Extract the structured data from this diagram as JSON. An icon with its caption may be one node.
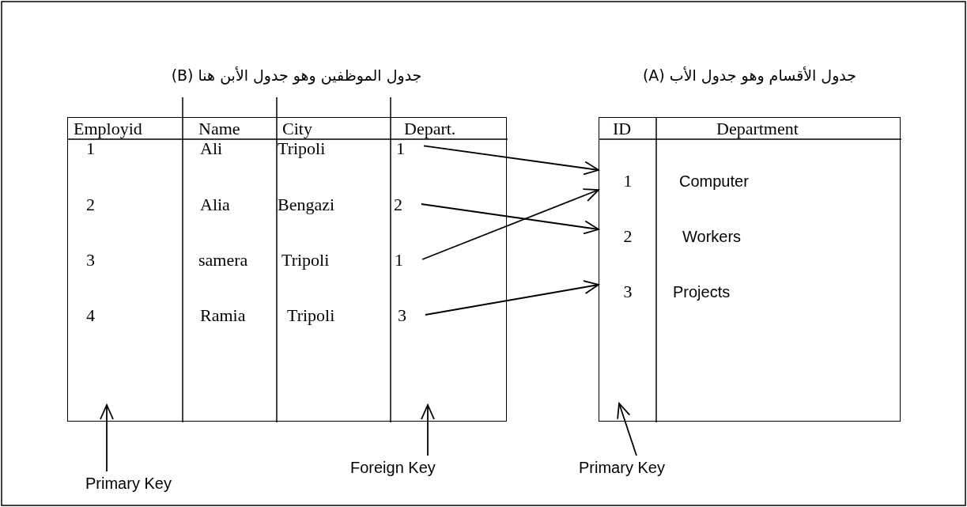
{
  "diagram": {
    "nodes": [
      {
        "text": [
          "جدول الموظفين وهو جدول الأبن هنا (B)"
        ]
      },
      {
        "text": [
          "1"
        ],
        "in": 0
      },
      {
        "text": [
          "2"
        ],
        "in": 0
      },
      {
        "text": [
          "1"
        ],
        "in": 0
      },
      {
        "text": [
          "3"
        ],
        "in": 0
      },
      {
        "text": [
          "جدول الأقسام وهو جدول الأب (A)"
        ]
      },
      {
        "text": [
          "1"
        ],
        "in": 5
      },
      {
        "text": [
          "2"
        ],
        "in": 5
      },
      {
        "text": [
          "3"
        ],
        "in": 5
      },
      {
        "text": [
          "Primary Key"
        ]
      },
      {
        "text": [
          "Foreign Key"
        ]
      },
      {
        "text": [
          "Primary Key"
        ]
      }
    ],
    "edges": [
      {
        "from": 1,
        "to": 6,
        "arrow": "to"
      },
      {
        "from": 2,
        "to": 7,
        "arrow": "to"
      },
      {
        "from": 3,
        "to": 6,
        "arrow": "to"
      },
      {
        "from": 4,
        "to": 8,
        "arrow": "to"
      },
      {
        "from": 9,
        "to": 0,
        "arrow": "to"
      },
      {
        "from": 10,
        "to": 0,
        "arrow": "to"
      },
      {
        "from": 11,
        "to": 5,
        "arrow": "to"
      }
    ],
    "labels": [
      "Employid",
      "Name",
      "City",
      "Depart.",
      "1",
      "Ali",
      "Tripoli",
      "2",
      "Alia",
      "Bengazi",
      "3",
      "samera",
      "Tripoli",
      "4",
      "Ramia",
      "Tripoli",
      "ID",
      "Department",
      "Computer",
      "Workers",
      "Projects"
    ]
  }
}
